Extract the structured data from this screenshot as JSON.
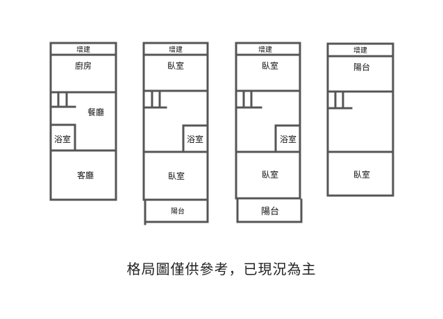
{
  "colors": {
    "wall": "#555555",
    "text": "#111111",
    "background": "#ffffff"
  },
  "plans": [
    {
      "extension": "增建",
      "room_top": "廚房",
      "room_mid": "餐廳",
      "bath": "浴室",
      "room_bottom": "客廳"
    },
    {
      "extension": "增建",
      "room_top": "臥室",
      "bath": "浴室",
      "room_bottom": "臥室",
      "balcony": "陽台"
    },
    {
      "extension": "增建",
      "room_top": "臥室",
      "bath": "浴室",
      "room_bottom": "臥室",
      "balcony": "陽台"
    },
    {
      "extension": "增建",
      "room_top": "陽台",
      "room_bottom": "臥室"
    }
  ],
  "caption": "格局圖僅供參考，已現況為主"
}
